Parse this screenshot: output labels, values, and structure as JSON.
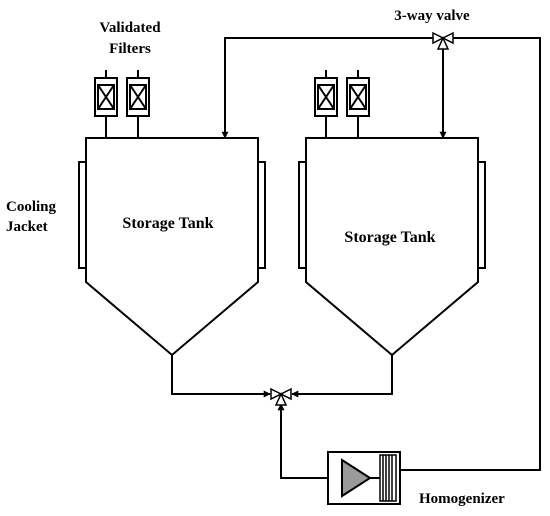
{
  "labels": {
    "filters_line1": "Validated",
    "filters_line2": "Filters",
    "valve": "3-way valve",
    "jacket_line1": "Cooling",
    "jacket_line2": "Jacket",
    "tank_left": "Storage Tank",
    "tank_right": "Storage Tank",
    "homogenizer": "Homogenizer"
  },
  "colors": {
    "line": "#000000",
    "background": "#ffffff"
  }
}
